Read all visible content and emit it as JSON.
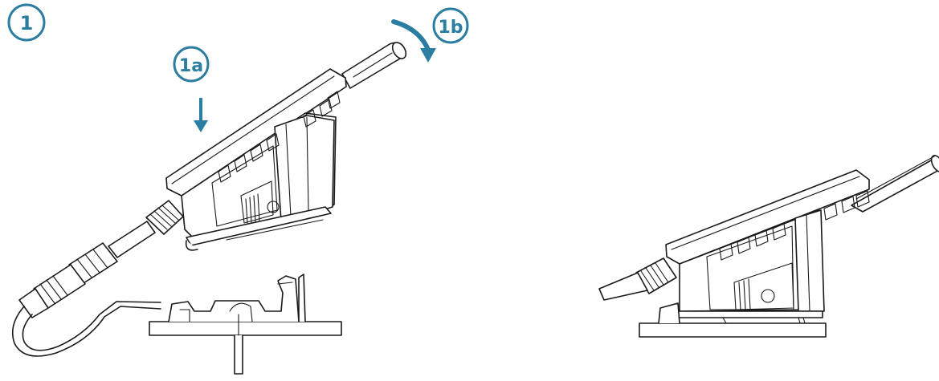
{
  "colors": {
    "accent": "#2b7ea1",
    "line": "#1a1a1a",
    "background": "#ffffff"
  },
  "callouts": {
    "step": "1",
    "step_a": "1a",
    "step_b": "1b"
  },
  "icons": {
    "down_arrow": "arrow-down-icon",
    "rotate_arrow": "rotate-clockwise-icon"
  }
}
